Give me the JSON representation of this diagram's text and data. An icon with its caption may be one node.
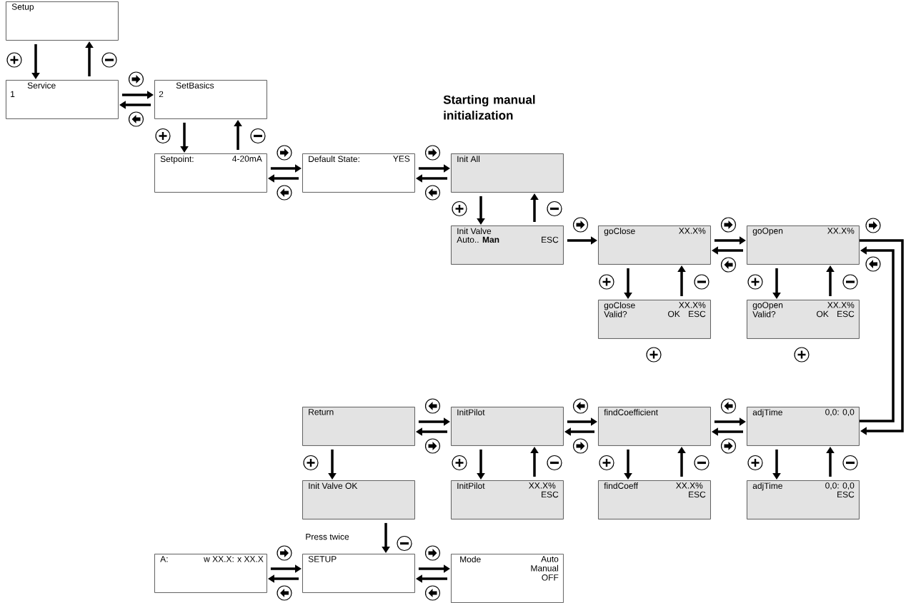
{
  "diagram": {
    "nodes": [
      {
        "text": [
          "Setup"
        ]
      },
      {
        "text": [
          "Service",
          "1"
        ]
      },
      {
        "text": [
          "SetBasics",
          "2"
        ]
      },
      {
        "text": [
          "Setpoint:",
          "4-20mA"
        ]
      },
      {
        "text": [
          "Default State:",
          "YES"
        ]
      },
      {
        "text": [
          "Init All"
        ]
      },
      {
        "text": [
          "Init Valve",
          "Auto.. **Man**",
          "ESC"
        ]
      },
      {
        "text": [
          "goClose",
          "XX.X%"
        ]
      },
      {
        "text": [
          "goOpen",
          "XX.X%"
        ]
      },
      {
        "text": [
          "goClose",
          "XX.X%",
          "Valid?",
          "OK",
          "ESC"
        ]
      },
      {
        "text": [
          "goOpen",
          "XX.X%",
          "Valid?",
          "OK",
          "ESC"
        ]
      },
      {
        "text": [
          "Return"
        ]
      },
      {
        "text": [
          "InitPilot"
        ]
      },
      {
        "text": [
          "findCoefficient"
        ]
      },
      {
        "text": [
          "adjTime",
          "0,0: 0,0"
        ]
      },
      {
        "text": [
          "Init Valve OK"
        ]
      },
      {
        "text": [
          "InitPilot",
          "XX.X%",
          "ESC"
        ]
      },
      {
        "text": [
          "findCoeff",
          "XX.X%",
          "ESC"
        ]
      },
      {
        "text": [
          "adjTime",
          "0,0: 0,0",
          "ESC"
        ]
      },
      {
        "text": [
          "A:",
          "w XX.X:",
          "x XX.X"
        ]
      },
      {
        "text": [
          "SETUP"
        ]
      },
      {
        "text": [
          "Mode",
          "Auto Manual OFF"
        ]
      }
    ],
    "edges": [
      {
        "from": 0,
        "to": 1,
        "arrow": "to"
      },
      {
        "from": 1,
        "to": 0,
        "arrow": "to"
      },
      {
        "from": 1,
        "to": 2,
        "arrow": "to"
      },
      {
        "from": 2,
        "to": 1,
        "arrow": "to"
      },
      {
        "from": 2,
        "to": 3,
        "arrow": "to"
      },
      {
        "from": 3,
        "to": 2,
        "arrow": "to"
      },
      {
        "from": 3,
        "to": 4,
        "arrow": "to"
      },
      {
        "from": 4,
        "to": 3,
        "arrow": "to"
      },
      {
        "from": 4,
        "to": 5,
        "arrow": "to"
      },
      {
        "from": 5,
        "to": 4,
        "arrow": "to"
      },
      {
        "from": 5,
        "to": 6,
        "arrow": "to"
      },
      {
        "from": 6,
        "to": 5,
        "arrow": "to"
      },
      {
        "from": 6,
        "to": 7,
        "arrow": "to"
      },
      {
        "from": 7,
        "to": 8,
        "arrow": "to"
      },
      {
        "from": 8,
        "to": 7,
        "arrow": "to"
      },
      {
        "from": 7,
        "to": 9,
        "arrow": "to"
      },
      {
        "from": 9,
        "to": 7,
        "arrow": "to"
      },
      {
        "from": 8,
        "to": 10,
        "arrow": "to"
      },
      {
        "from": 10,
        "to": 8,
        "arrow": "to"
      },
      {
        "from": 8,
        "to": 14,
        "arrow": "to"
      },
      {
        "from": 14,
        "to": 8,
        "arrow": "to"
      },
      {
        "from": 13,
        "to": 14,
        "arrow": "to"
      },
      {
        "from": 14,
        "to": 13,
        "arrow": "to"
      },
      {
        "from": 12,
        "to": 13,
        "arrow": "to"
      },
      {
        "from": 13,
        "to": 12,
        "arrow": "to"
      },
      {
        "from": 11,
        "to": 12,
        "arrow": "to"
      },
      {
        "from": 12,
        "to": 11,
        "arrow": "to"
      },
      {
        "from": 12,
        "to": 16,
        "arrow": "to"
      },
      {
        "from": 16,
        "to": 12,
        "arrow": "to"
      },
      {
        "from": 13,
        "to": 17,
        "arrow": "to"
      },
      {
        "from": 17,
        "to": 13,
        "arrow": "to"
      },
      {
        "from": 14,
        "to": 18,
        "arrow": "to"
      },
      {
        "from": 18,
        "to": 14,
        "arrow": "to"
      },
      {
        "from": 11,
        "to": 15,
        "arrow": "to"
      },
      {
        "from": 15,
        "to": 20,
        "arrow": "to",
        "label": "Press twice"
      },
      {
        "from": 19,
        "to": 20,
        "arrow": "to"
      },
      {
        "from": 20,
        "to": 19,
        "arrow": "to"
      },
      {
        "from": 20,
        "to": 21,
        "arrow": "to"
      },
      {
        "from": 21,
        "to": 20,
        "arrow": "to"
      }
    ],
    "labels": [
      "Starting manual initialization"
    ]
  }
}
